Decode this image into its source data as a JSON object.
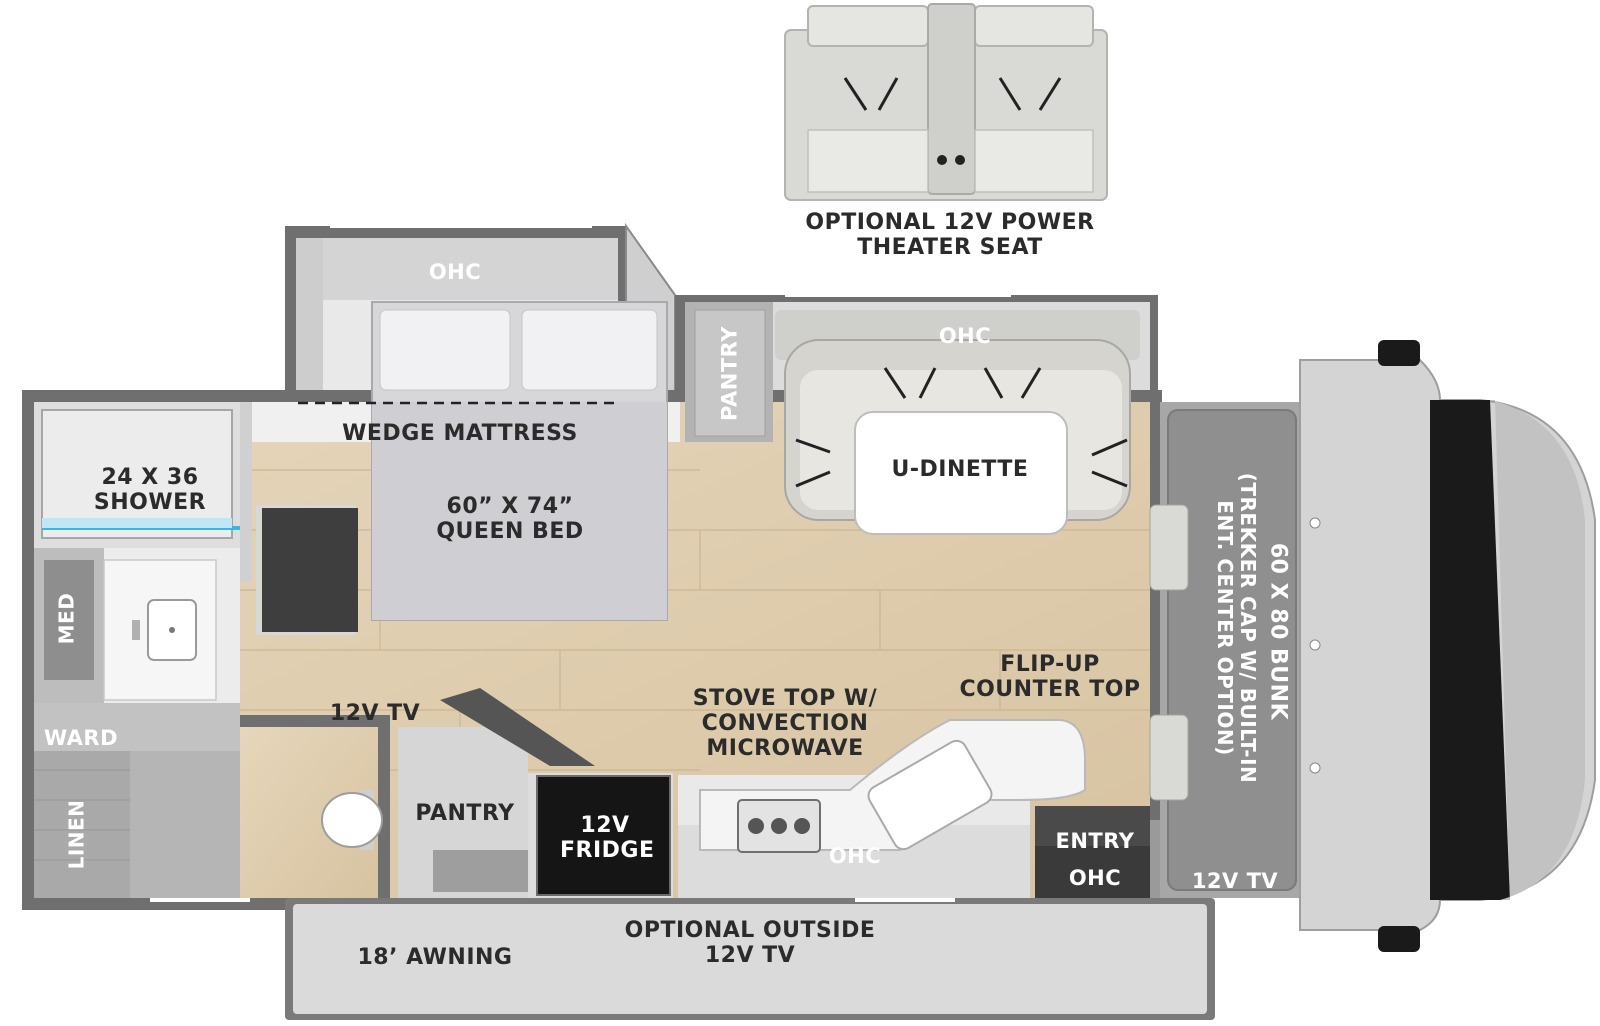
{
  "labels": {
    "theater_seat": "OPTIONAL 12V POWER\nTHEATER SEAT",
    "ohc_bedroom": "OHC",
    "ohc_dinette": "OHC",
    "pantry_upper": "PANTRY",
    "u_dinette": "U-DINETTE",
    "wedge_mattress": "WEDGE MATTRESS",
    "shower": "24 X 36\nSHOWER",
    "queen_bed": "60” X 74”\nQUEEN BED",
    "med": "MED",
    "flip_up_counter": "FLIP-UP\nCOUNTER TOP",
    "stove": "STOVE TOP W/\nCONVECTION\nMICROWAVE",
    "tv_interior": "12V TV",
    "ward": "WARD",
    "linen": "LINEN",
    "pantry_lower": "PANTRY",
    "fridge": "12V\nFRIDGE",
    "ohc_galley": "OHC",
    "entry": "ENTRY",
    "ohc_entry": "OHC",
    "tv_cab": "12V TV",
    "outside_tv": "OPTIONAL OUTSIDE\n12V TV",
    "awning": "18’ AWNING",
    "bunk": "60 X 80 BUNK",
    "bunk_option": "(TREKKER CAP W/ BUILT-IN\nENT. CENTER OPTION)"
  }
}
